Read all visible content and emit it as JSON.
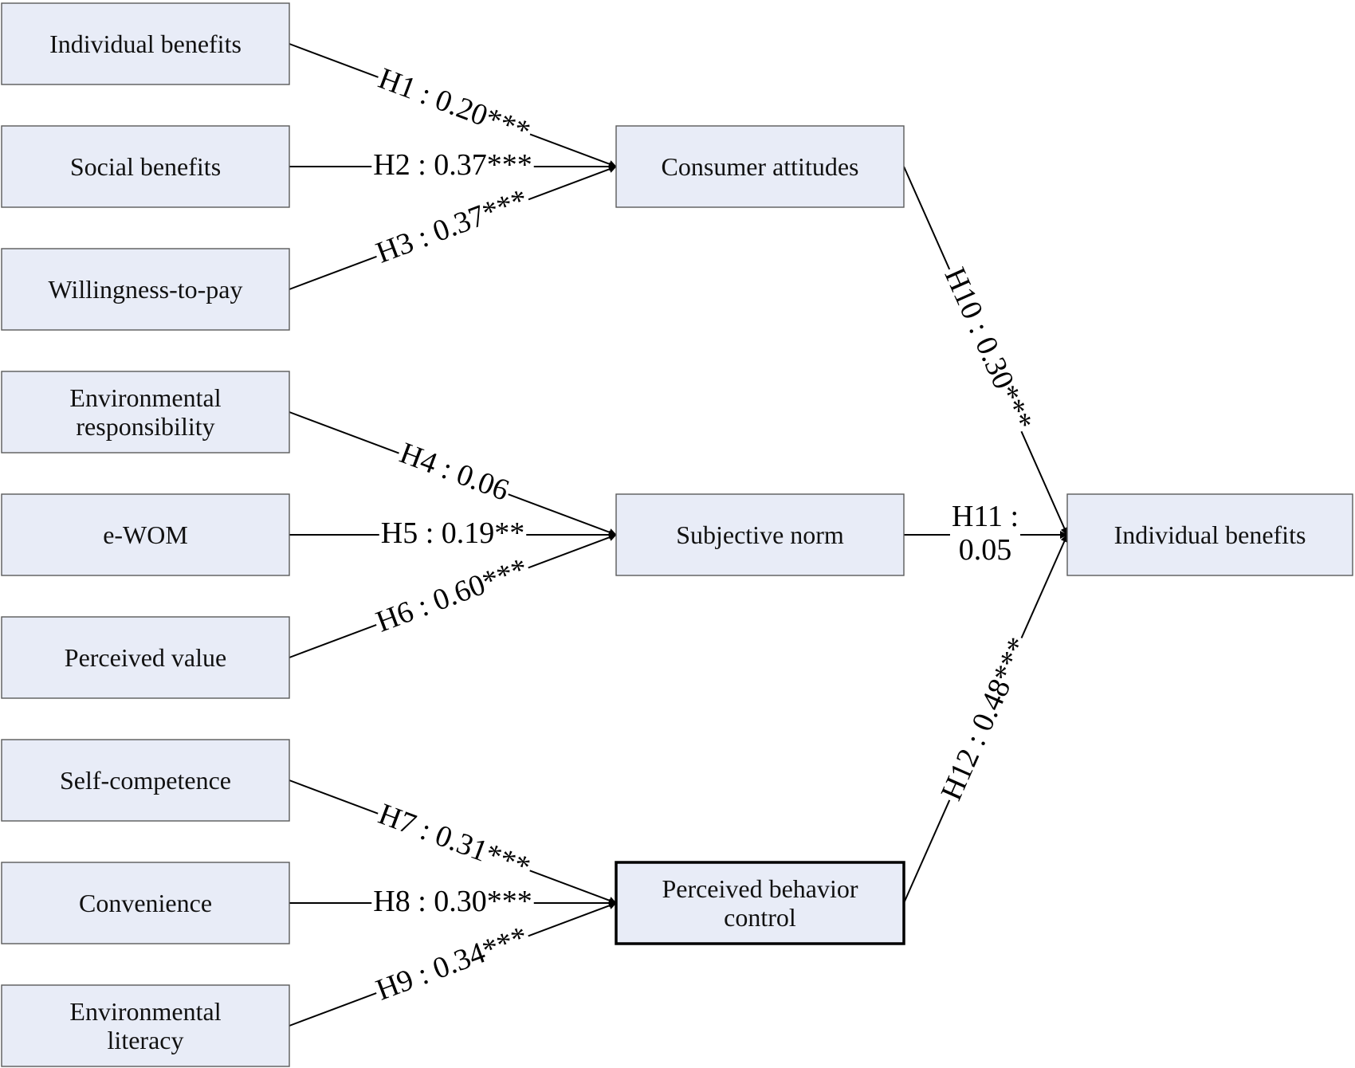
{
  "nodes": {
    "n1": {
      "lines": [
        "Individual benefits"
      ]
    },
    "n2": {
      "lines": [
        "Social benefits"
      ]
    },
    "n3": {
      "lines": [
        "Willingness-to-pay"
      ]
    },
    "n4": {
      "lines": [
        "Environmental",
        "responsibility"
      ]
    },
    "n5": {
      "lines": [
        "e-WOM"
      ]
    },
    "n6": {
      "lines": [
        "Perceived value"
      ]
    },
    "n7": {
      "lines": [
        "Self-competence"
      ]
    },
    "n8": {
      "lines": [
        "Convenience"
      ]
    },
    "n9": {
      "lines": [
        "Environmental",
        "literacy"
      ]
    },
    "ca": {
      "lines": [
        "Consumer attitudes"
      ]
    },
    "sn": {
      "lines": [
        "Subjective norm"
      ]
    },
    "pbc": {
      "lines": [
        "Perceived behavior",
        "control"
      ]
    },
    "out": {
      "lines": [
        "Individual benefits"
      ]
    }
  },
  "edges": [
    {
      "id": "H1",
      "from": "n1",
      "to": "ca",
      "label": [
        "H1 : 0.20***"
      ]
    },
    {
      "id": "H2",
      "from": "n2",
      "to": "ca",
      "label": [
        "H2 : 0.37***"
      ]
    },
    {
      "id": "H3",
      "from": "n3",
      "to": "ca",
      "label": [
        "H3 : 0.37***"
      ]
    },
    {
      "id": "H4",
      "from": "n4",
      "to": "sn",
      "label": [
        "H4 : 0.06"
      ]
    },
    {
      "id": "H5",
      "from": "n5",
      "to": "sn",
      "label": [
        "H5 : 0.19**"
      ]
    },
    {
      "id": "H6",
      "from": "n6",
      "to": "sn",
      "label": [
        "H6 : 0.60***"
      ]
    },
    {
      "id": "H7",
      "from": "n7",
      "to": "pbc",
      "label": [
        "H7 : 0.31***"
      ]
    },
    {
      "id": "H8",
      "from": "n8",
      "to": "pbc",
      "label": [
        "H8 : 0.30***"
      ]
    },
    {
      "id": "H9",
      "from": "n9",
      "to": "pbc",
      "label": [
        "H9 : 0.34***"
      ]
    },
    {
      "id": "H10",
      "from": "ca",
      "to": "out",
      "label": [
        "H10 : 0.30***"
      ]
    },
    {
      "id": "H11",
      "from": "sn",
      "to": "out",
      "label": [
        "H11 :",
        "0.05"
      ]
    },
    {
      "id": "H12",
      "from": "pbc",
      "to": "out",
      "label": [
        "H12 : 0.48***"
      ]
    }
  ]
}
